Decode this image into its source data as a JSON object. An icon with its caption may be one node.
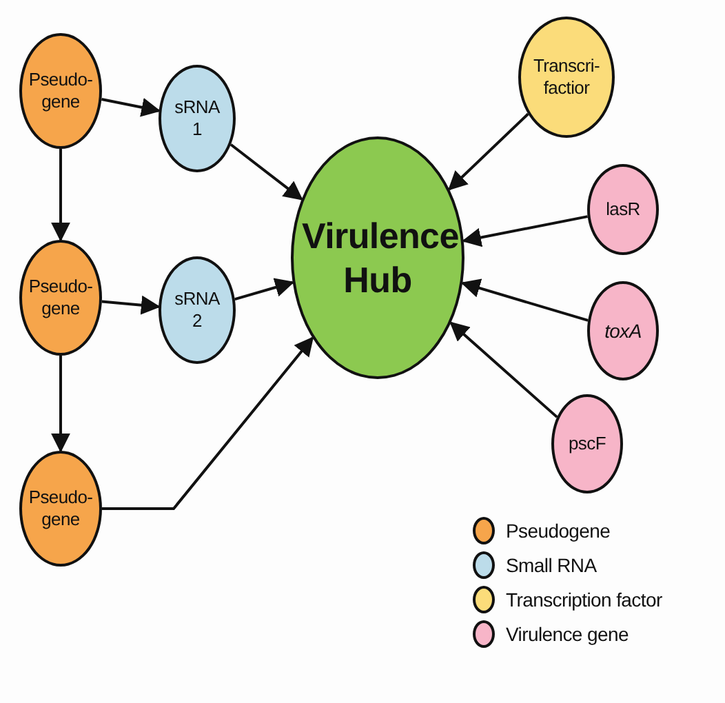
{
  "diagram": {
    "nodes": [
      {
        "text": [
          "Pseudo- gene"
        ]
      },
      {
        "text": [
          "sRNA 1"
        ]
      },
      {
        "text": [
          "Transcri- factior"
        ]
      },
      {
        "text": [
          "Virulence Hub"
        ]
      },
      {
        "text": [
          "lasR"
        ]
      },
      {
        "text": [
          "Pseudo- gene"
        ]
      },
      {
        "text": [
          "sRNA 2"
        ]
      },
      {
        "text": [
          "toxA"
        ]
      },
      {
        "text": [
          "Pseudo- gene"
        ]
      },
      {
        "text": [
          "pscF"
        ]
      }
    ],
    "edges": [
      {
        "from": 0,
        "to": 1,
        "arrow": "to"
      },
      {
        "from": 0,
        "to": 5,
        "arrow": "to"
      },
      {
        "from": 1,
        "to": 3,
        "arrow": "to"
      },
      {
        "from": 2,
        "to": 3,
        "arrow": "to"
      },
      {
        "from": 4,
        "to": 3,
        "arrow": "to"
      },
      {
        "from": 5,
        "to": 6,
        "arrow": "to"
      },
      {
        "from": 5,
        "to": 8,
        "arrow": "to"
      },
      {
        "from": 6,
        "to": 3,
        "arrow": "to"
      },
      {
        "from": 7,
        "to": 3,
        "arrow": "to"
      },
      {
        "from": 8,
        "to": 3,
        "arrow": "to"
      },
      {
        "from": 9,
        "to": 3,
        "arrow": "to"
      }
    ],
    "legend": [
      {
        "text": "Pseudogene",
        "color": "#f6a54b"
      },
      {
        "text": "Small RNA",
        "color": "#bcdcea"
      },
      {
        "text": "Transcription factor",
        "color": "#fbdc7a"
      },
      {
        "text": "Virulence gene",
        "color": "#f7b5c8"
      }
    ]
  }
}
